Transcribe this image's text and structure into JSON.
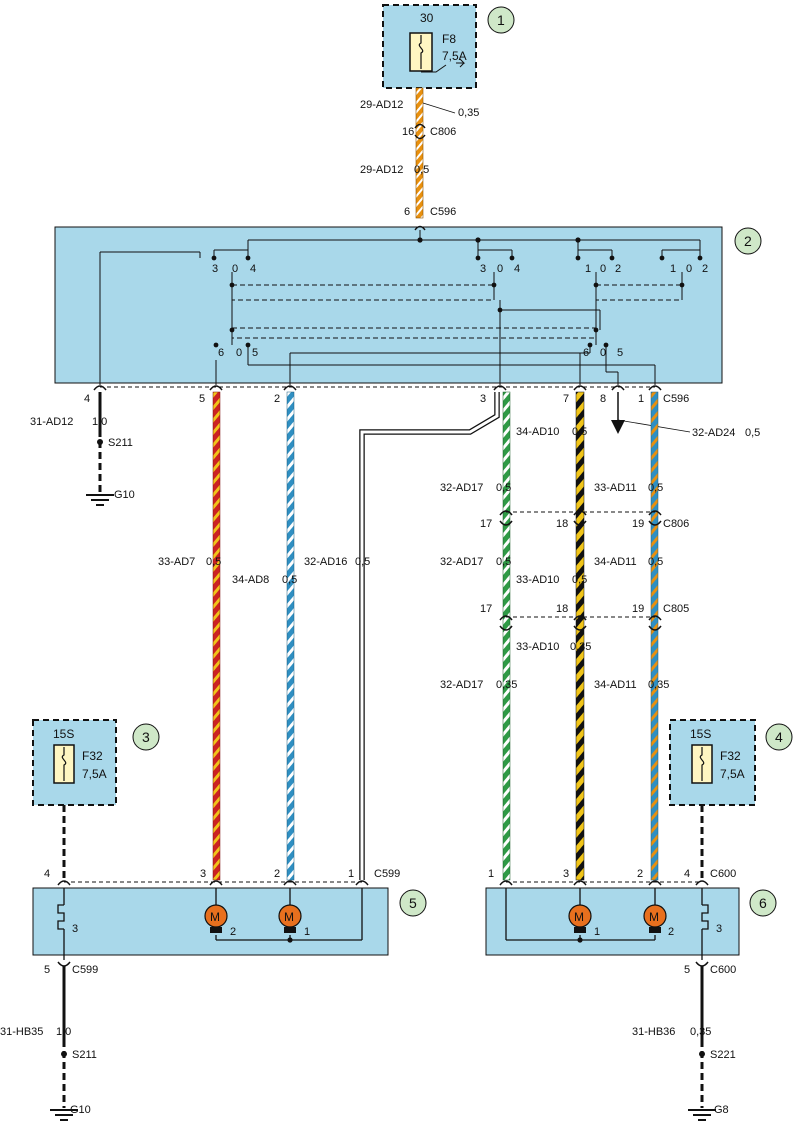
{
  "colors": {
    "panel_fill": "#a9d8ea",
    "callout_fill": "#cfe8c8",
    "fuse_fill": "#fff6c2",
    "motor_fill": "#e8701e",
    "wire_orange": "#e8900e",
    "wire_red": "#cc2222",
    "wire_yellow": "#f0c419",
    "wire_blue": "#2f8fc2",
    "wire_green": "#2f9a45",
    "wire_black": "#111111",
    "wire_white": "#ffffff"
  },
  "callouts": [
    "1",
    "2",
    "3",
    "4",
    "5",
    "6"
  ],
  "fuse_top": {
    "terminal": "30",
    "name": "F8",
    "rating": "7,5A"
  },
  "fuse_left": {
    "terminal": "15S",
    "name": "F32",
    "rating": "7,5A"
  },
  "fuse_right": {
    "terminal": "15S",
    "name": "F32",
    "rating": "7,5A"
  },
  "top_feed": {
    "wire1": "29-AD12",
    "wire1_size": "0,35",
    "conn_pin": "16",
    "conn_name": "C806",
    "wire2": "29-AD12",
    "wire2_size": "0,5",
    "switch_pin": "6",
    "switch_conn": "C596"
  },
  "switch_internal_pins": {
    "left_top": [
      "3",
      "0",
      "4"
    ],
    "mid_top": [
      "3",
      "0",
      "4"
    ],
    "right_top_a": [
      "1",
      "0",
      "2"
    ],
    "right_top_b": [
      "1",
      "0",
      "2"
    ],
    "left_bottom": [
      "6",
      "0",
      "5"
    ],
    "right_bottom": [
      "6",
      "0",
      "5"
    ]
  },
  "switch_bottom_pins": {
    "p4": "4",
    "p5": "5",
    "p2": "2",
    "p3": "3",
    "p7": "7",
    "p8": "8",
    "p1": "1",
    "conn": "C596"
  },
  "ground_left_top": {
    "wire": "31-AD12",
    "size": "1,0",
    "splice": "S211",
    "ground": "G10"
  },
  "wire_33AD7": {
    "name": "33-AD7",
    "size": "0,5"
  },
  "wire_34AD8": {
    "name": "34-AD8",
    "size": "0,5"
  },
  "wire_32AD16": {
    "name": "32-AD16",
    "size": "0,5"
  },
  "wire_32AD24": {
    "name": "32-AD24",
    "size": "0,5"
  },
  "green_segments": [
    {
      "name": "32-AD17",
      "size": "0,5"
    },
    {
      "name": "32-AD17",
      "size": "0,5"
    },
    {
      "name": "32-AD17",
      "size": "0,35"
    }
  ],
  "black_yellow_segments": [
    {
      "name": "34-AD10",
      "size": "0,5"
    },
    {
      "name": "33-AD10",
      "size": "0,5"
    },
    {
      "name": "33-AD10",
      "size": "0,35"
    }
  ],
  "blue_orange_segments": [
    {
      "name": "33-AD11",
      "size": "0,5"
    },
    {
      "name": "34-AD11",
      "size": "0,5"
    },
    {
      "name": "34-AD11",
      "size": "0,35"
    }
  ],
  "connector_c806": {
    "pins": [
      "17",
      "18",
      "19"
    ],
    "name": "C806"
  },
  "connector_c805": {
    "pins": [
      "17",
      "18",
      "19"
    ],
    "name": "C805"
  },
  "motor_left": {
    "conn": "C599",
    "pins": [
      "4",
      "3",
      "2",
      "1"
    ],
    "heater_pin": "3",
    "m1_pin": "2",
    "m2_pin": "1",
    "motor_label": "M",
    "out_pin": "5",
    "out_conn": "C599"
  },
  "motor_right": {
    "conn": "C600",
    "pins": [
      "1",
      "3",
      "2",
      "4"
    ],
    "heater_pin": "3",
    "m1_pin": "1",
    "m2_pin": "2",
    "motor_label": "M",
    "out_pin": "5",
    "out_conn": "C600"
  },
  "ground_left_bottom": {
    "wire": "31-HB35",
    "size": "1,0",
    "splice": "S211",
    "ground": "G10"
  },
  "ground_right_bottom": {
    "wire": "31-HB36",
    "size": "0,35",
    "splice": "S221",
    "ground": "G8"
  }
}
